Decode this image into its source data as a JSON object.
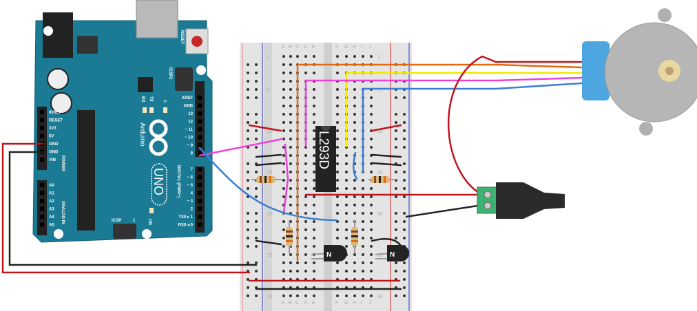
{
  "arduino": {
    "brand": "Arduino",
    "model": "UNO",
    "reset_label": "RESET",
    "icsp2_label": "ICSP2",
    "icsp_label": "ICSP",
    "icsp_pin1": "1",
    "on_label": "ON",
    "rx_label": "RX",
    "tx_label": "TX",
    "l_label": "L",
    "power_label": "POWER",
    "analog_label": "ANALOG IN",
    "digital_label": "DIGITAL (PWM~)",
    "power_pins": [
      "IOREF",
      "RESET",
      "3V3",
      "5V",
      "GND",
      "GND",
      "VIN"
    ],
    "analog_pins": [
      "A0",
      "A1",
      "A2",
      "A3",
      "A4",
      "A5"
    ],
    "digital_pins_top": [
      "AREF",
      "GND",
      "13",
      "12",
      "~ 11",
      "~ 10",
      "~ 9",
      "8"
    ],
    "digital_pins_bottom": [
      "7",
      "~ 6",
      "~ 5",
      "4",
      "~ 3",
      "2",
      "TX0 ▸ 1",
      "RX0 ◂ 0"
    ],
    "color": "#1b7b95"
  },
  "breadboard": {
    "columns_left": [
      "A",
      "B",
      "C",
      "D",
      "E"
    ],
    "columns_right": [
      "F",
      "G",
      "H",
      "I",
      "J"
    ],
    "row_numbers": [
      "1",
      "5",
      "10",
      "15",
      "20",
      "25",
      "30"
    ]
  },
  "ic": {
    "label": "L293D"
  },
  "transistor": {
    "label": "N"
  },
  "wire_colors": {
    "red": "#c0141b",
    "black": "#222222",
    "orange": "#e06a10",
    "yellow": "#f5e800",
    "pink": "#ee3fd9",
    "blue": "#3b7fd2"
  }
}
